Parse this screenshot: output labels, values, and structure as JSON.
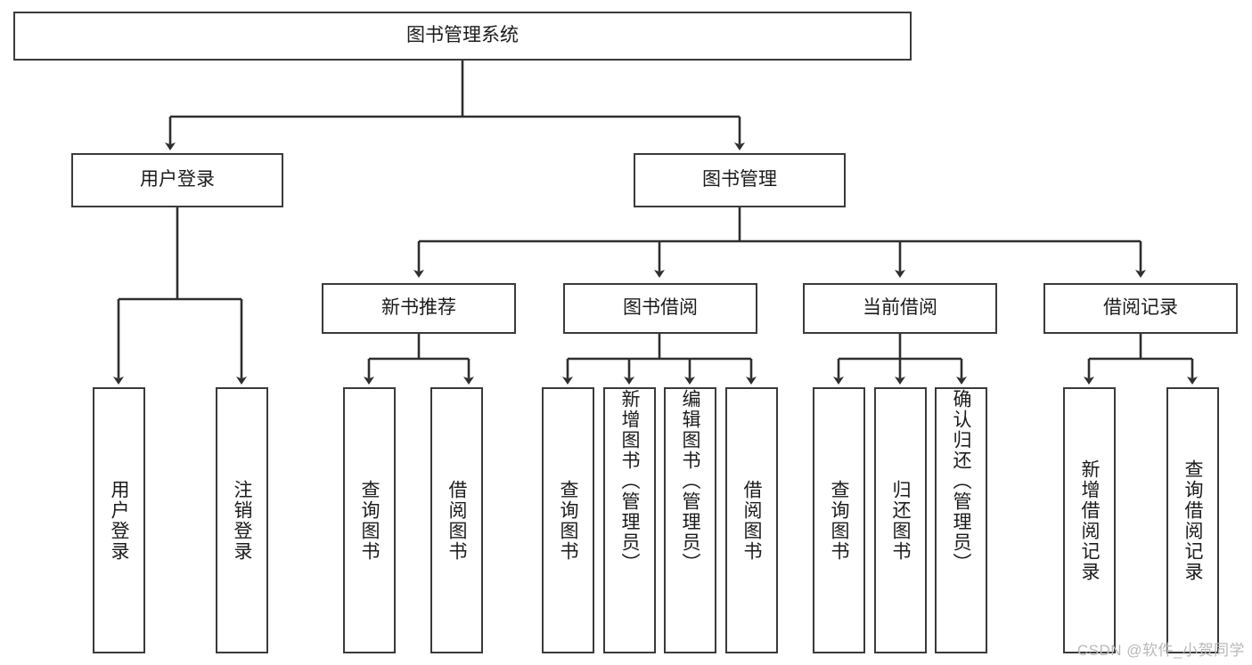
{
  "diagram": {
    "title": "图书管理系统",
    "type": "hierarchy-flowchart",
    "root": {
      "label": "图书管理系统"
    },
    "level1": [
      {
        "label": "用户登录"
      },
      {
        "label": "图书管理"
      }
    ],
    "level2": [
      {
        "label": "新书推荐"
      },
      {
        "label": "图书借阅"
      },
      {
        "label": "当前借阅"
      },
      {
        "label": "借阅记录"
      }
    ],
    "leaves_user_login": [
      {
        "label": "用户登录"
      },
      {
        "label": "注销登录"
      }
    ],
    "leaves_new_book": [
      {
        "label": "查询图书"
      },
      {
        "label": "借阅图书"
      }
    ],
    "leaves_book_borrow": [
      {
        "label": "查询图书"
      },
      {
        "label": "新增图书（管理员）"
      },
      {
        "label": "编辑图书（管理员）"
      },
      {
        "label": "借阅图书"
      }
    ],
    "leaves_current_borrow": [
      {
        "label": "查询图书"
      },
      {
        "label": "归还图书"
      },
      {
        "label": "确认归还（管理员）"
      }
    ],
    "leaves_borrow_record": [
      {
        "label": "新增借阅记录"
      },
      {
        "label": "查询借阅记录"
      }
    ]
  },
  "watermark": {
    "text": "CSDN @软件_小贺同学"
  },
  "colors": {
    "border": "#3a3a3a",
    "text": "#1b1b1b",
    "background": "#ffffff",
    "watermark": "#b9b9b9"
  }
}
